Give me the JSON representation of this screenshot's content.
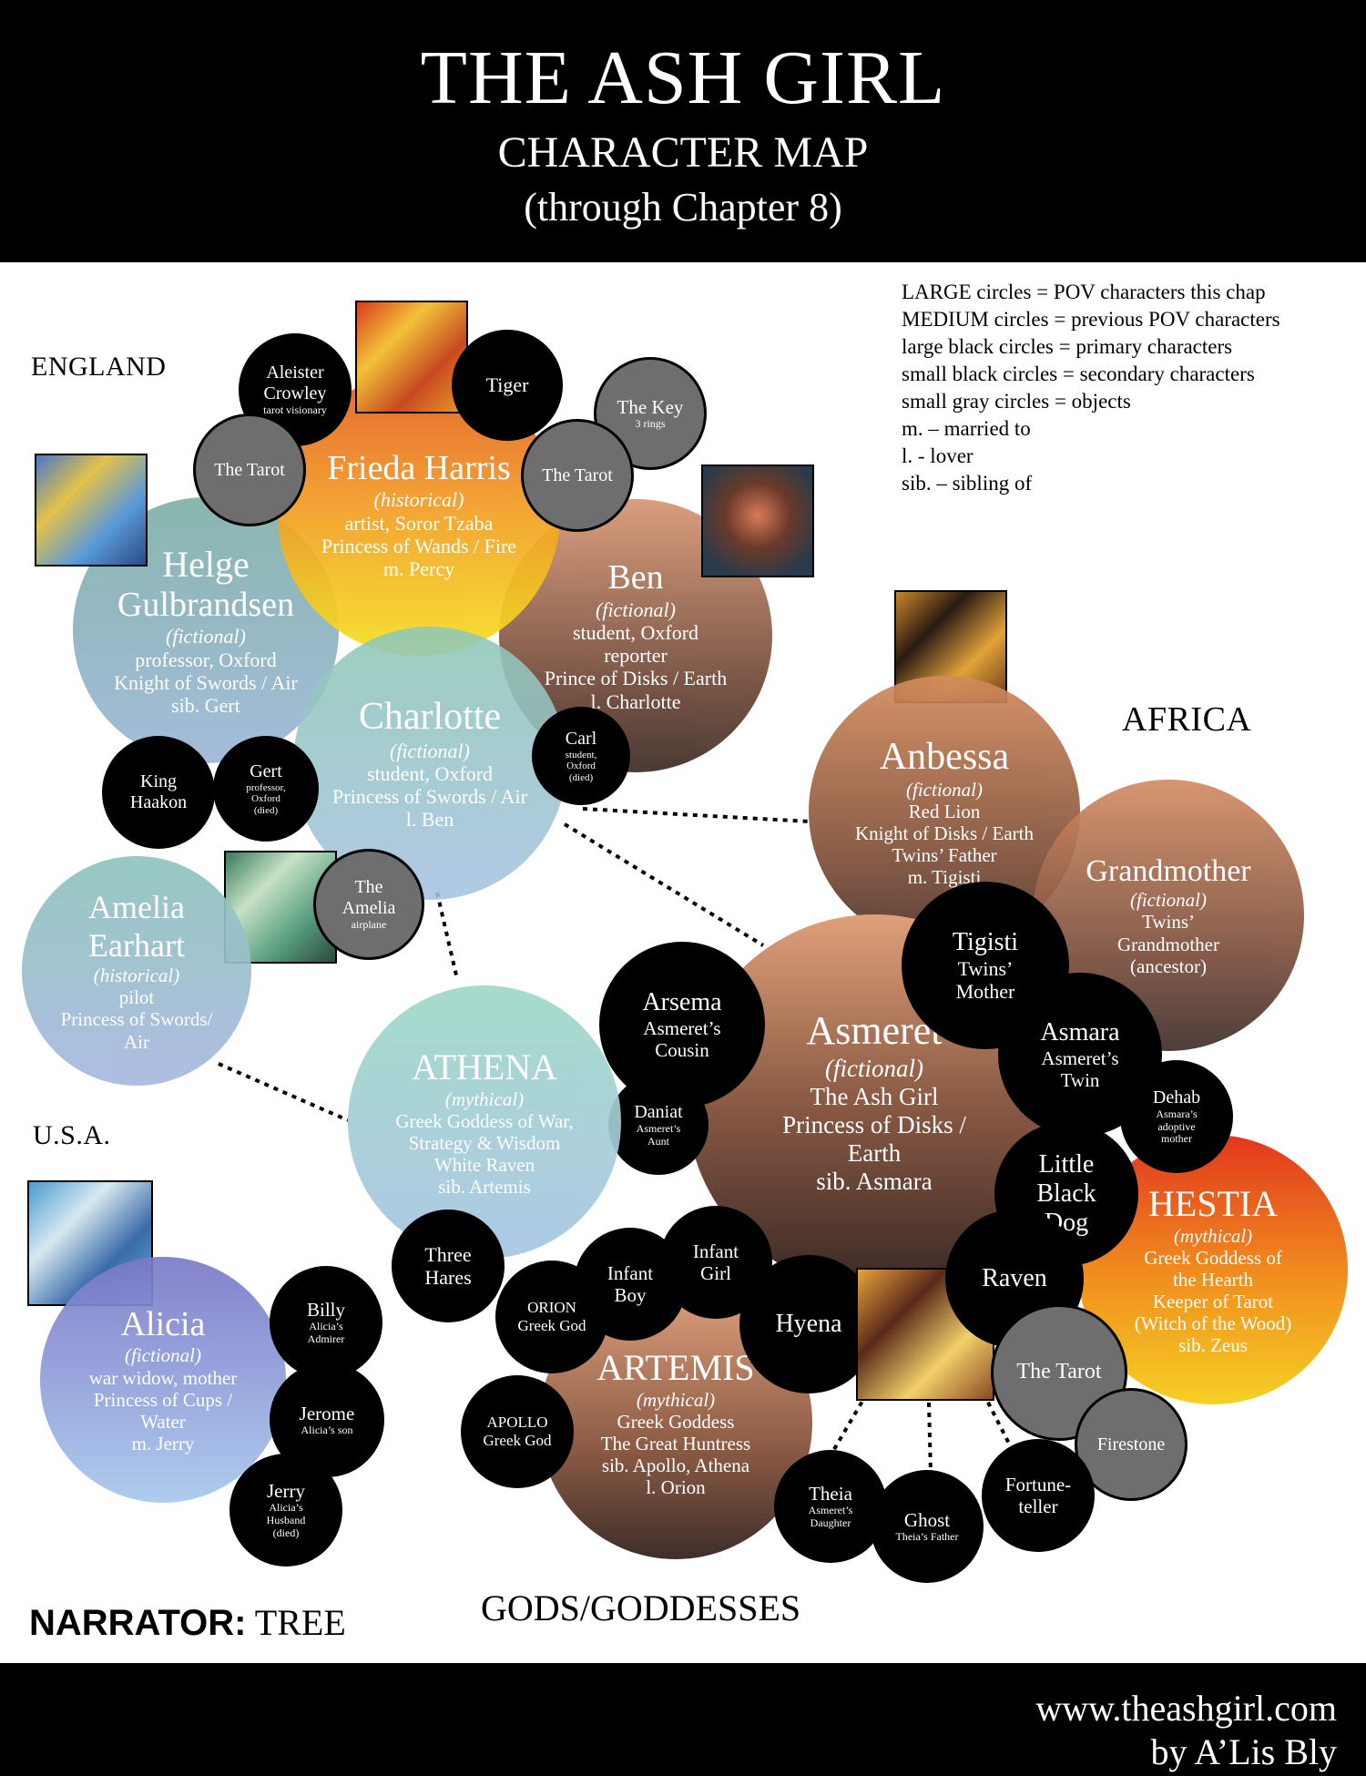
{
  "header": {
    "title": "THE ASH GIRL",
    "subtitle": "CHARACTER MAP",
    "chapter_note": "(through Chapter 8)"
  },
  "legend": [
    "LARGE circles = POV characters this chap",
    "MEDIUM circles = previous POV characters",
    "large black circles = primary characters",
    "small black circles = secondary characters",
    "small gray circles = objects",
    "m. – married to",
    "l. - lover",
    "sib. – sibling of"
  ],
  "regions": {
    "england": "ENGLAND",
    "africa": "AFRICA",
    "usa": "U.S.A.",
    "gods": "GODS/GODDESSES"
  },
  "narrator": {
    "label": "NARRATOR:",
    "name": "TREE"
  },
  "footer": {
    "url": "www.theashgirl.com",
    "author": "by A’Lis Bly"
  },
  "colors": {
    "frieda": "#e8661e",
    "helge": "#8fb5c8",
    "ben": "#a5674a",
    "charlotte": "#a9c6d8",
    "amelia": "#9ec3c6",
    "athena": "#a7d3cc",
    "alicia": "#8f8fd2",
    "anbessa": "#b27550",
    "grandmother": "#a86a4e",
    "asmeret": "#c48a6c",
    "artemis": "#b07b5d",
    "hestia": "#f08a1e"
  },
  "characters": {
    "frieda": {
      "name": "Frieda Harris",
      "tag": "(historical)",
      "lines": [
        "artist, Soror Tzaba",
        "Princess of Wands / Fire",
        "m. Percy"
      ]
    },
    "helge": {
      "name1": "Helge",
      "name2": "Gulbrandsen",
      "tag": "(fictional)",
      "lines": [
        "professor, Oxford",
        "Knight of Swords / Air",
        "sib. Gert"
      ]
    },
    "ben": {
      "name": "Ben",
      "tag": "(fictional)",
      "lines": [
        "student, Oxford",
        "reporter",
        "Prince of Disks / Earth",
        "l. Charlotte"
      ]
    },
    "charlotte": {
      "name": "Charlotte",
      "tag": "(fictional)",
      "lines": [
        "student, Oxford",
        "Princess of Swords / Air",
        "l. Ben"
      ]
    },
    "amelia": {
      "name1": "Amelia",
      "name2": "Earhart",
      "tag": "(historical)",
      "lines": [
        "pilot",
        "Princess of Swords/",
        "Air"
      ]
    },
    "athena": {
      "name": "ATHENA",
      "tag": "(mythical)",
      "lines": [
        "Greek Goddess of War,",
        "Strategy & Wisdom",
        "White Raven",
        "sib. Artemis"
      ]
    },
    "alicia": {
      "name": "Alicia",
      "tag": "(fictional)",
      "lines": [
        "war widow, mother",
        "Princess of Cups /",
        "Water",
        "m. Jerry"
      ]
    },
    "anbessa": {
      "name": "Anbessa",
      "tag": "(fictional)",
      "lines": [
        "Red Lion",
        "Knight of Disks / Earth",
        "Twins’ Father",
        "m. Tigisti"
      ]
    },
    "grandmother": {
      "name": "Grandmother",
      "tag": "(fictional)",
      "lines": [
        "Twins’",
        "Grandmother",
        "(ancestor)"
      ]
    },
    "asmeret": {
      "name": "Asmeret",
      "tag": "(fictional)",
      "lines": [
        "The Ash Girl",
        "Princess of Disks /",
        "Earth",
        "sib. Asmara"
      ]
    },
    "artemis": {
      "name": "ARTEMIS",
      "tag": "(mythical)",
      "lines": [
        "Greek Goddess",
        "The Great Huntress",
        "sib. Apollo, Athena",
        "l. Orion"
      ]
    },
    "hestia": {
      "name": "HESTIA",
      "tag": "(mythical)",
      "lines": [
        "Greek Goddess of",
        "the Hearth",
        "Keeper of Tarot",
        "(Witch of the Wood)",
        "sib. Zeus"
      ]
    }
  },
  "minor": {
    "crowley": {
      "l1": "Aleister",
      "l2": "Crowley",
      "note": "tarot visionary"
    },
    "tiger": {
      "l1": "Tiger"
    },
    "key": {
      "l1": "The Key",
      "note": "3 rings"
    },
    "tarot1": {
      "l1": "The Tarot"
    },
    "tarot2": {
      "l1": "The Tarot"
    },
    "tarot3": {
      "l1": "The Tarot"
    },
    "carl": {
      "l1": "Carl",
      "n1": "student,",
      "n2": "Oxford",
      "n3": "(died)"
    },
    "king": {
      "l1": "King",
      "l2": "Haakon"
    },
    "gert": {
      "l1": "Gert",
      "n1": "professor,",
      "n2": "Oxford",
      "n3": "(died)"
    },
    "ameliaplane": {
      "l1": "The",
      "l2": "Amelia",
      "note": "airplane"
    },
    "billy": {
      "l1": "Billy",
      "n1": "Alicia’s",
      "n2": "Admirer"
    },
    "jerome": {
      "l1": "Jerome",
      "note": "Alicia’s son"
    },
    "jerry": {
      "l1": "Jerry",
      "n1": "Alicia’s",
      "n2": "Husband",
      "n3": "(died)"
    },
    "tigisti": {
      "l1": "Tigisti",
      "l2": "Twins’",
      "l3": "Mother"
    },
    "arsema": {
      "l1": "Arsema",
      "l2": "Asmeret’s",
      "l3": "Cousin"
    },
    "asmara": {
      "l1": "Asmara",
      "l2": "Asmeret’s",
      "l3": "Twin"
    },
    "dehab": {
      "l1": "Dehab",
      "n1": "Asmara’s",
      "n2": "adoptive",
      "n3": "mother"
    },
    "daniat": {
      "l1": "Daniat",
      "n1": "Asmeret’s",
      "n2": "Aunt"
    },
    "dog": {
      "l1": "Little",
      "l2": "Black",
      "l3": "Dog"
    },
    "hares": {
      "l1": "Three",
      "l2": "Hares"
    },
    "infantboy": {
      "l1": "Infant",
      "l2": "Boy"
    },
    "infantgirl": {
      "l1": "Infant",
      "l2": "Girl"
    },
    "hyena": {
      "l1": "Hyena"
    },
    "raven": {
      "l1": "Raven"
    },
    "orion": {
      "l1": "ORION",
      "l2": "Greek God"
    },
    "apollo": {
      "l1": "APOLLO",
      "l2": "Greek God"
    },
    "firestone": {
      "l1": "Firestone"
    },
    "fortune": {
      "l1": "Fortune-",
      "l2": "teller"
    },
    "theia": {
      "l1": "Theia",
      "n1": "Asmeret’s",
      "n2": "Daughter"
    },
    "ghost": {
      "l1": "Ghost",
      "note": "Theia’s Father"
    }
  }
}
